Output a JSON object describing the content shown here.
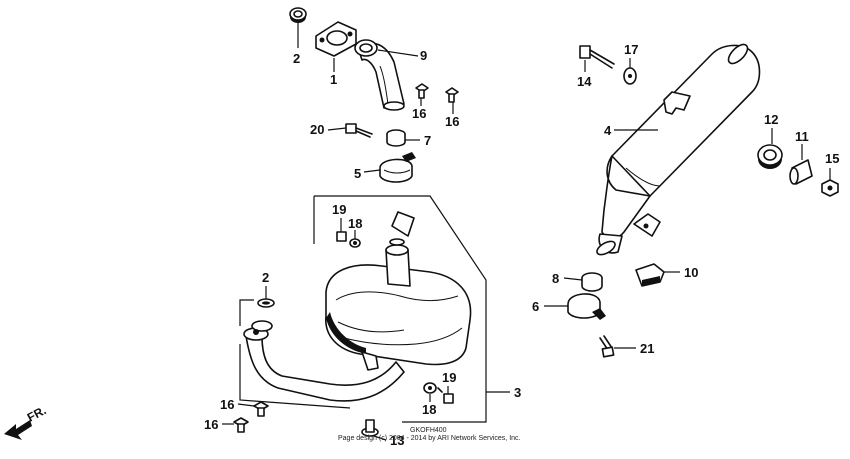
{
  "part_labels": [
    {
      "id": "2a",
      "text": "2"
    },
    {
      "id": "1",
      "text": "1"
    },
    {
      "id": "9",
      "text": "9"
    },
    {
      "id": "16a",
      "text": "16"
    },
    {
      "id": "16b",
      "text": "16"
    },
    {
      "id": "20",
      "text": "20"
    },
    {
      "id": "7",
      "text": "7"
    },
    {
      "id": "5",
      "text": "5"
    },
    {
      "id": "19a",
      "text": "19"
    },
    {
      "id": "18a",
      "text": "18"
    },
    {
      "id": "2b",
      "text": "2"
    },
    {
      "id": "3",
      "text": "3"
    },
    {
      "id": "19b",
      "text": "19"
    },
    {
      "id": "18b",
      "text": "18"
    },
    {
      "id": "16c",
      "text": "16"
    },
    {
      "id": "16d",
      "text": "16"
    },
    {
      "id": "13",
      "text": "13"
    },
    {
      "id": "14",
      "text": "14"
    },
    {
      "id": "17",
      "text": "17"
    },
    {
      "id": "4",
      "text": "4"
    },
    {
      "id": "12",
      "text": "12"
    },
    {
      "id": "11",
      "text": "11"
    },
    {
      "id": "15",
      "text": "15"
    },
    {
      "id": "8",
      "text": "8"
    },
    {
      "id": "10",
      "text": "10"
    },
    {
      "id": "6",
      "text": "6"
    },
    {
      "id": "21",
      "text": "21"
    }
  ],
  "direction_label": "FR.",
  "diagram_code": "GKOFH400",
  "copyright": "Page design (c) 2004 - 2014 by ARI Network Services, Inc."
}
